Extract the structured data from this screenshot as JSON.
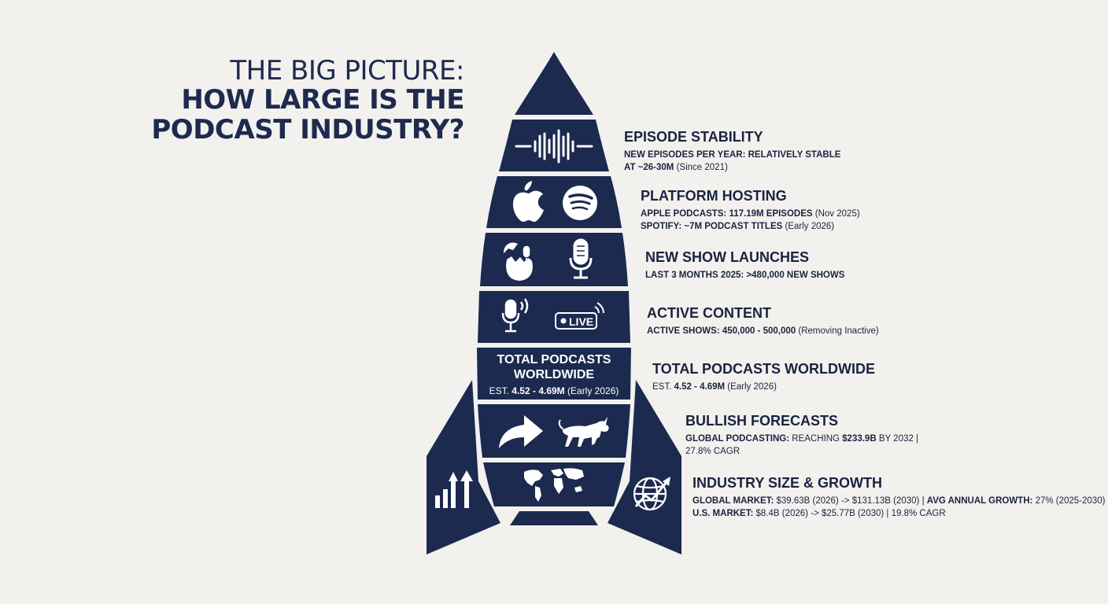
{
  "title": {
    "line1": "THE BIG PICTURE:",
    "line2": "HOW LARGE IS THE",
    "line3": "PODCAST INDUSTRY?"
  },
  "center": {
    "heading_line1": "TOTAL PODCASTS",
    "heading_line2": "WORLDWIDE",
    "est_prefix": "EST.",
    "est_value": "4.52 - 4.69M",
    "est_note": "(Early 2026)",
    "live_label": "LIVE"
  },
  "items": {
    "episode": {
      "heading": "EPISODE STABILITY",
      "l1": "NEW EPISODES PER YEAR: RELATIVELY STABLE",
      "l2_bold": "AT ~26-30M",
      "l2_note": "(Since 2021)"
    },
    "platform": {
      "heading": "PLATFORM HOSTING",
      "l1_bold": "APPLE PODCASTS: 117.19M EPISODES",
      "l1_note": "(Nov 2025)",
      "l2_bold": "SPOTIFY: ~7M PODCAST TITLES",
      "l2_note": "(Early 2026)"
    },
    "launches": {
      "heading": "NEW SHOW LAUNCHES",
      "l1": "LAST 3 MONTHS 2025: >480,000 NEW SHOWS"
    },
    "active": {
      "heading": "ACTIVE CONTENT",
      "l1_bold": "ACTIVE SHOWS: 450,000 - 500,000",
      "l1_note": "(Removing Inactive)"
    },
    "total": {
      "heading": "TOTAL PODCASTS WORLDWIDE",
      "l1_prefix": "EST.",
      "l1_bold": "4.52 - 4.69M",
      "l1_note": "(Early 2026)"
    },
    "bullish": {
      "heading": "BULLISH FORECASTS",
      "l1_bold": "GLOBAL PODCASTING:",
      "l1_mid": "REACHING",
      "l1_value": "$233.9B",
      "l1_end": "BY 2032 |",
      "l2": "27.8% CAGR"
    },
    "industry": {
      "heading": "INDUSTRY SIZE & GROWTH",
      "l1_a": "GLOBAL MARKET:",
      "l1_b": "$39.63B (2026) -> $131.13B (2030) |",
      "l1_c": "AVG ANNUAL GROWTH:",
      "l1_d": "27% (2025-2030)",
      "l2_a": "U.S. MARKET:",
      "l2_b": "$8.4B (2026) -> $25.77B (2030) | 19.8% CAGR"
    }
  },
  "icons": [
    "sound-wave-icon",
    "apple-icon",
    "spotify-icon",
    "hatching-egg-mic-icon",
    "microphone-icon",
    "broadcast-mic-icon",
    "live-badge-icon",
    "forward-arrow-icon",
    "bull-icon",
    "world-map-icon",
    "growth-bars-icon",
    "globe-growth-icon"
  ],
  "colors": {
    "navy": "#1c2a50",
    "background": "#f2f1ee",
    "white": "#ffffff"
  }
}
